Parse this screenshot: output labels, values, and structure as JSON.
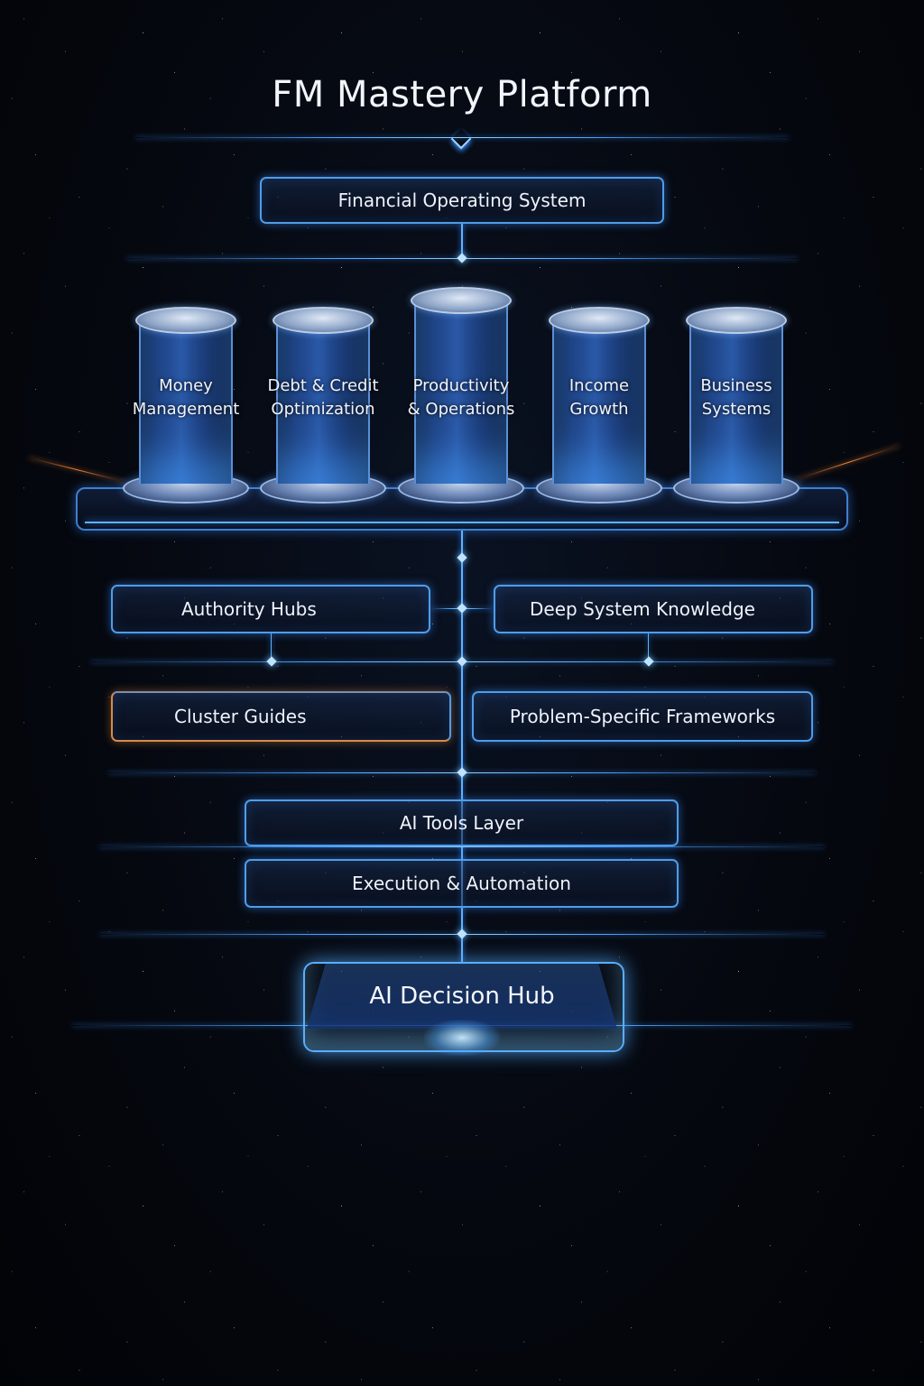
{
  "title": "FM Mastery Platform",
  "top_layer": {
    "label": "Financial Operating System"
  },
  "pillars": [
    {
      "line1": "Money",
      "line2": "Management"
    },
    {
      "line1": "Debt & Credit",
      "line2": "Optimization"
    },
    {
      "line1": "Productivity",
      "line2": "& Operations"
    },
    {
      "line1": "Income",
      "line2": "Growth"
    },
    {
      "line1": "Business",
      "line2": "Systems"
    }
  ],
  "knowledge_layer": {
    "left": "Authority Hubs",
    "right": "Deep System Knowledge"
  },
  "guides_layer": {
    "left": "Cluster Guides",
    "right": "Problem-Specific Frameworks"
  },
  "ai_layers": [
    {
      "label": "AI Tools Layer"
    },
    {
      "label": "Execution & Automation"
    }
  ],
  "hub": {
    "label": "AI Decision Hub"
  },
  "colors": {
    "accent": "#4f9de8",
    "glow": "#5fb2ff",
    "warm_accent": "#d88a4a",
    "background": "#05080f"
  }
}
